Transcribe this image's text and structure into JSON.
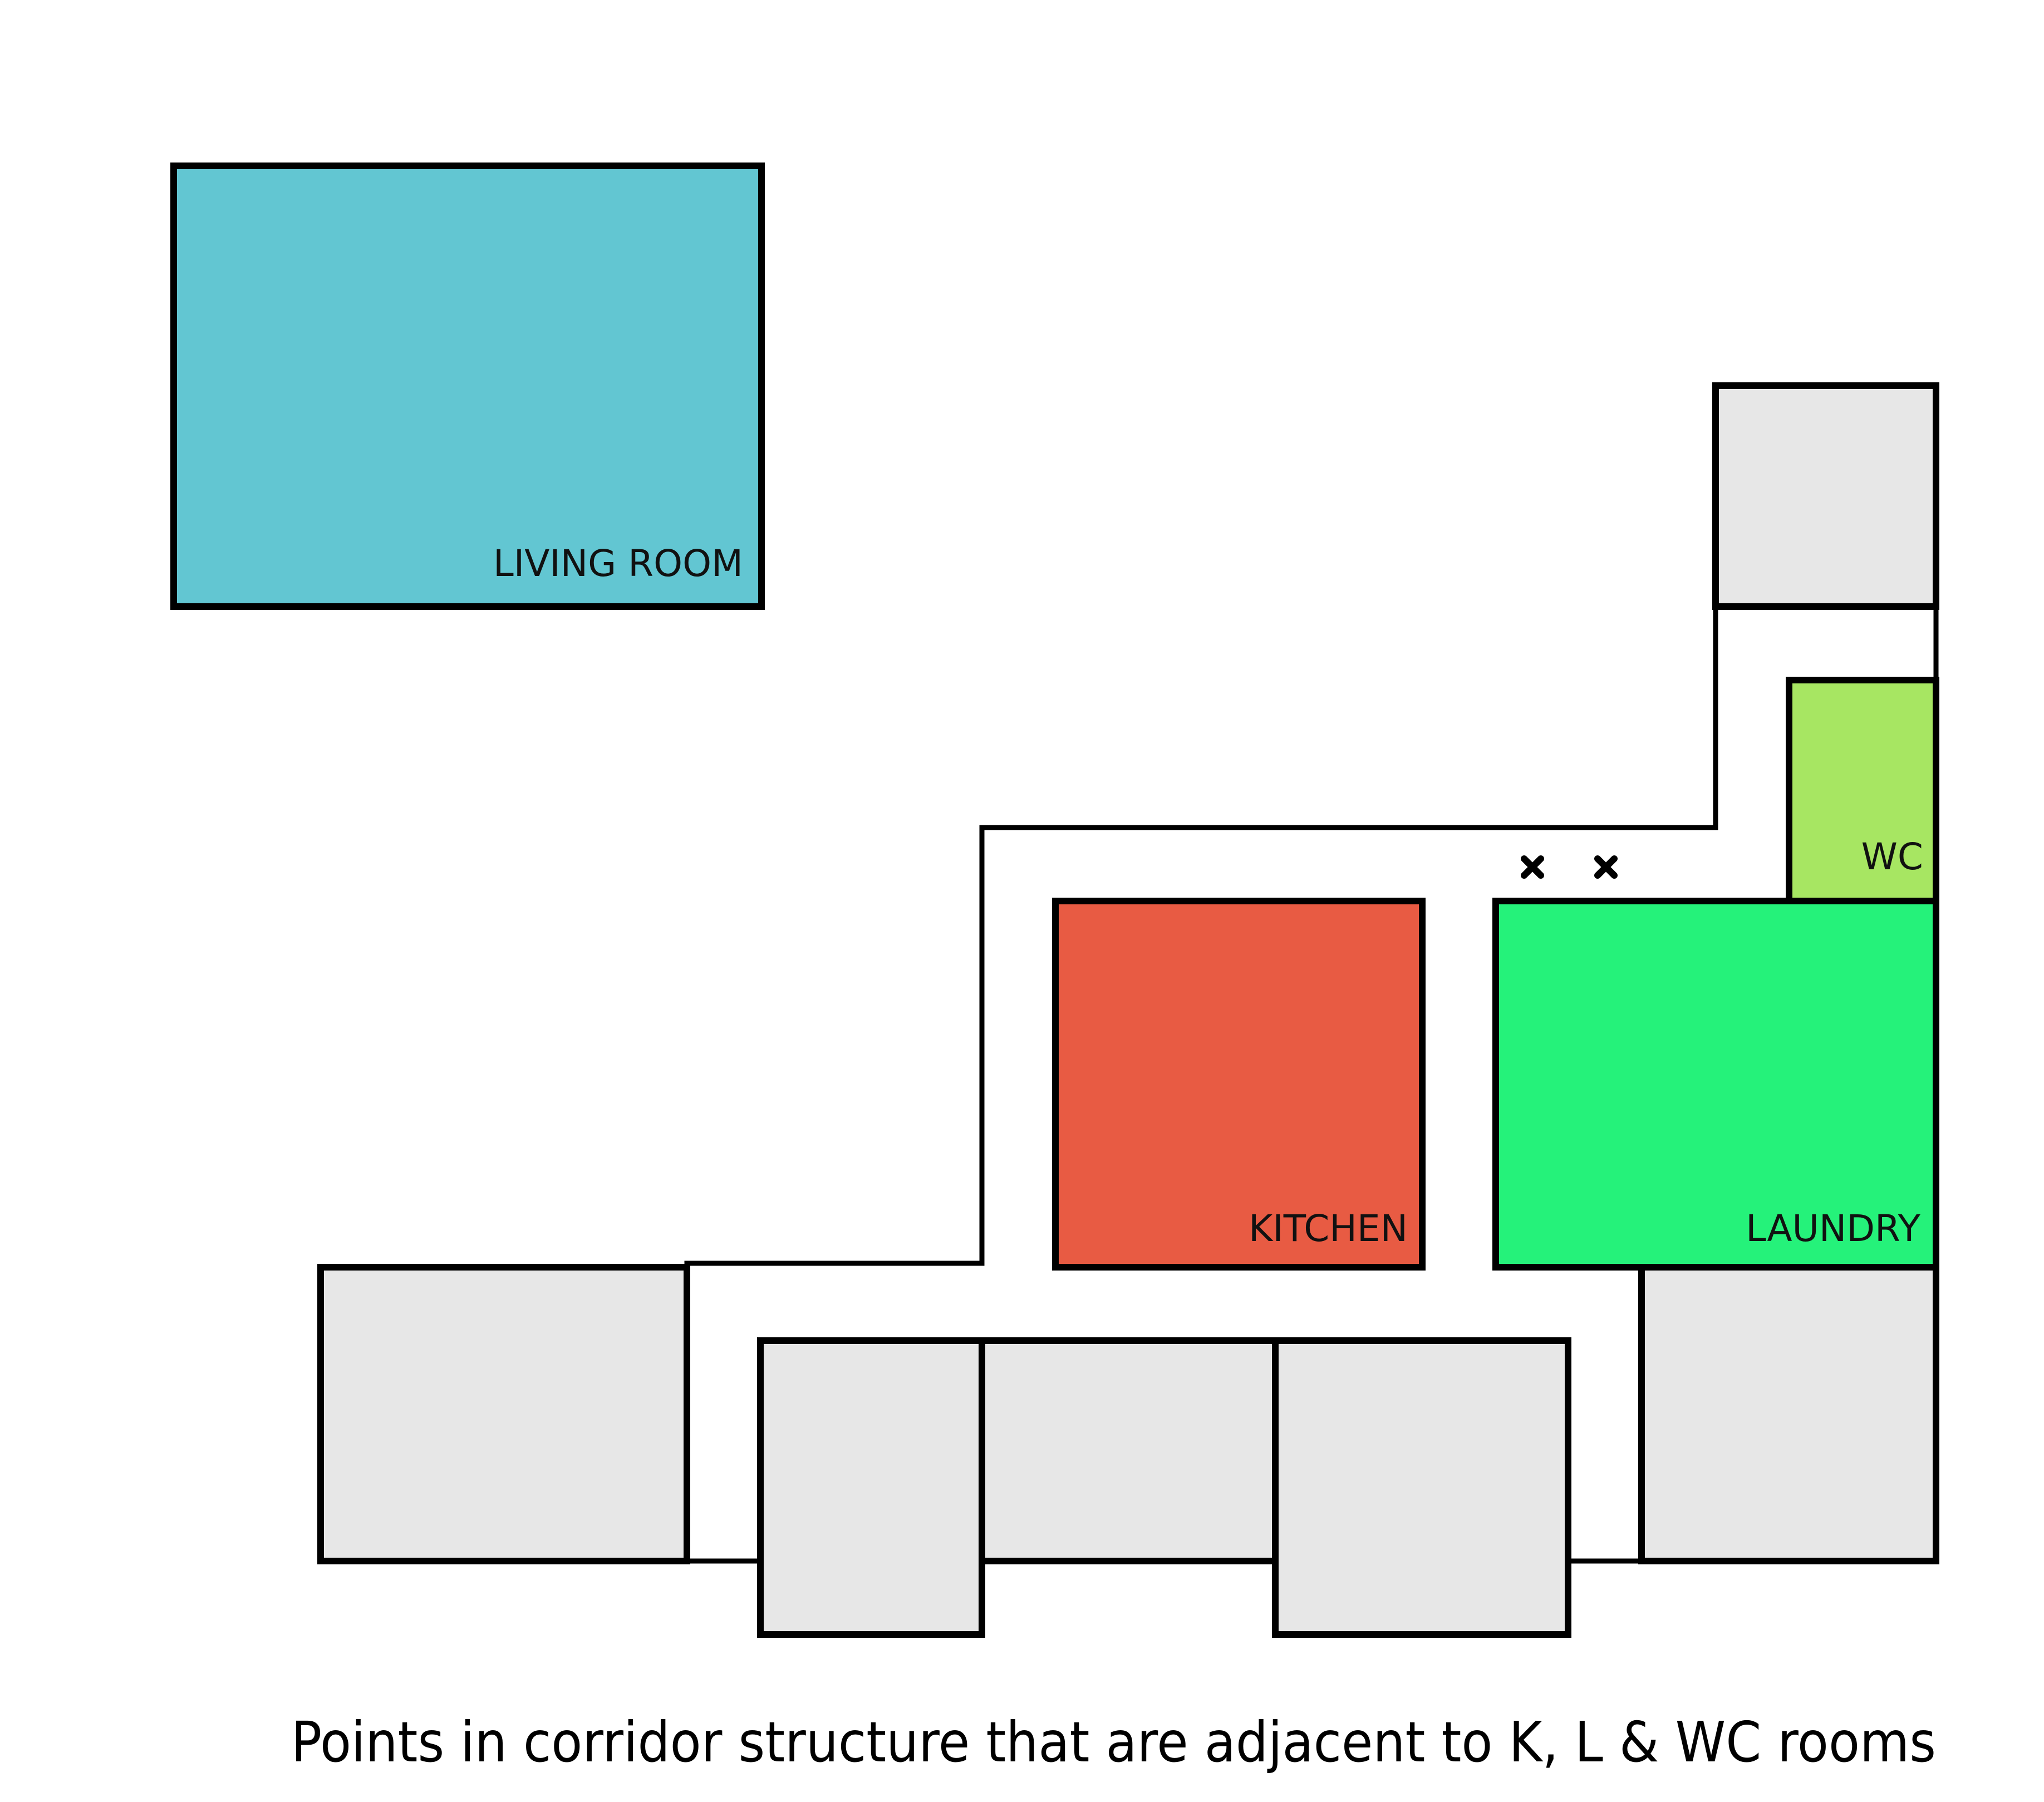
{
  "colors": {
    "living_room": "#62C6D2",
    "kitchen": "#E85B43",
    "laundry": "#25F27A",
    "wc": "#A7E662",
    "other_room": "#E7E7E7",
    "outline": "#000000",
    "background": "#FFFFFF"
  },
  "rooms": {
    "living_room": "LIVING ROOM",
    "kitchen": "KITCHEN",
    "laundry": "LAUNDRY",
    "wc": "WC"
  },
  "markers": {
    "symbol": "×",
    "count": 2
  },
  "caption": "Points in corridor structure that are adjacent to K, L & WC rooms"
}
